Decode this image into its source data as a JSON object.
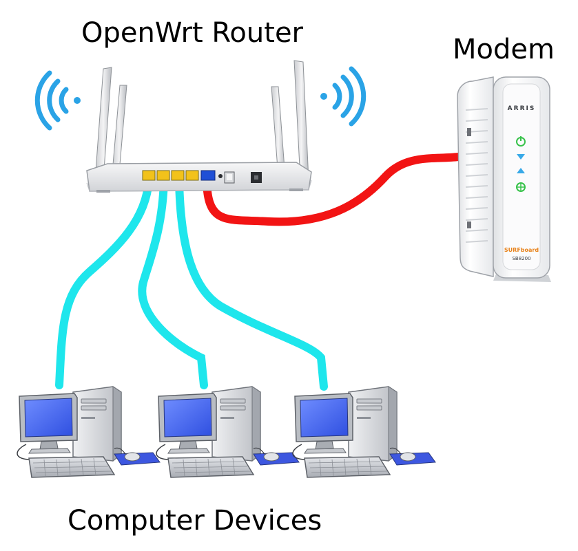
{
  "labels": {
    "router": "OpenWrt Router",
    "modem": "Modem",
    "devices": "Computer Devices"
  },
  "modem_device": {
    "brand": "ARRIS",
    "product": "SURFboard",
    "model": "SB8200"
  },
  "colors": {
    "lan_cable": "#1ee6ec",
    "wan_cable": "#f21414",
    "wifi": "#2aa3e6",
    "monitor_screen": "#3b63f5",
    "router_body": "#e9eaec",
    "lan_port": "#f2c21b",
    "wan_port": "#1f4fd6"
  },
  "icons": [
    "wifi-left-icon",
    "wifi-right-icon",
    "router-icon",
    "modem-icon",
    "computer-icon"
  ]
}
